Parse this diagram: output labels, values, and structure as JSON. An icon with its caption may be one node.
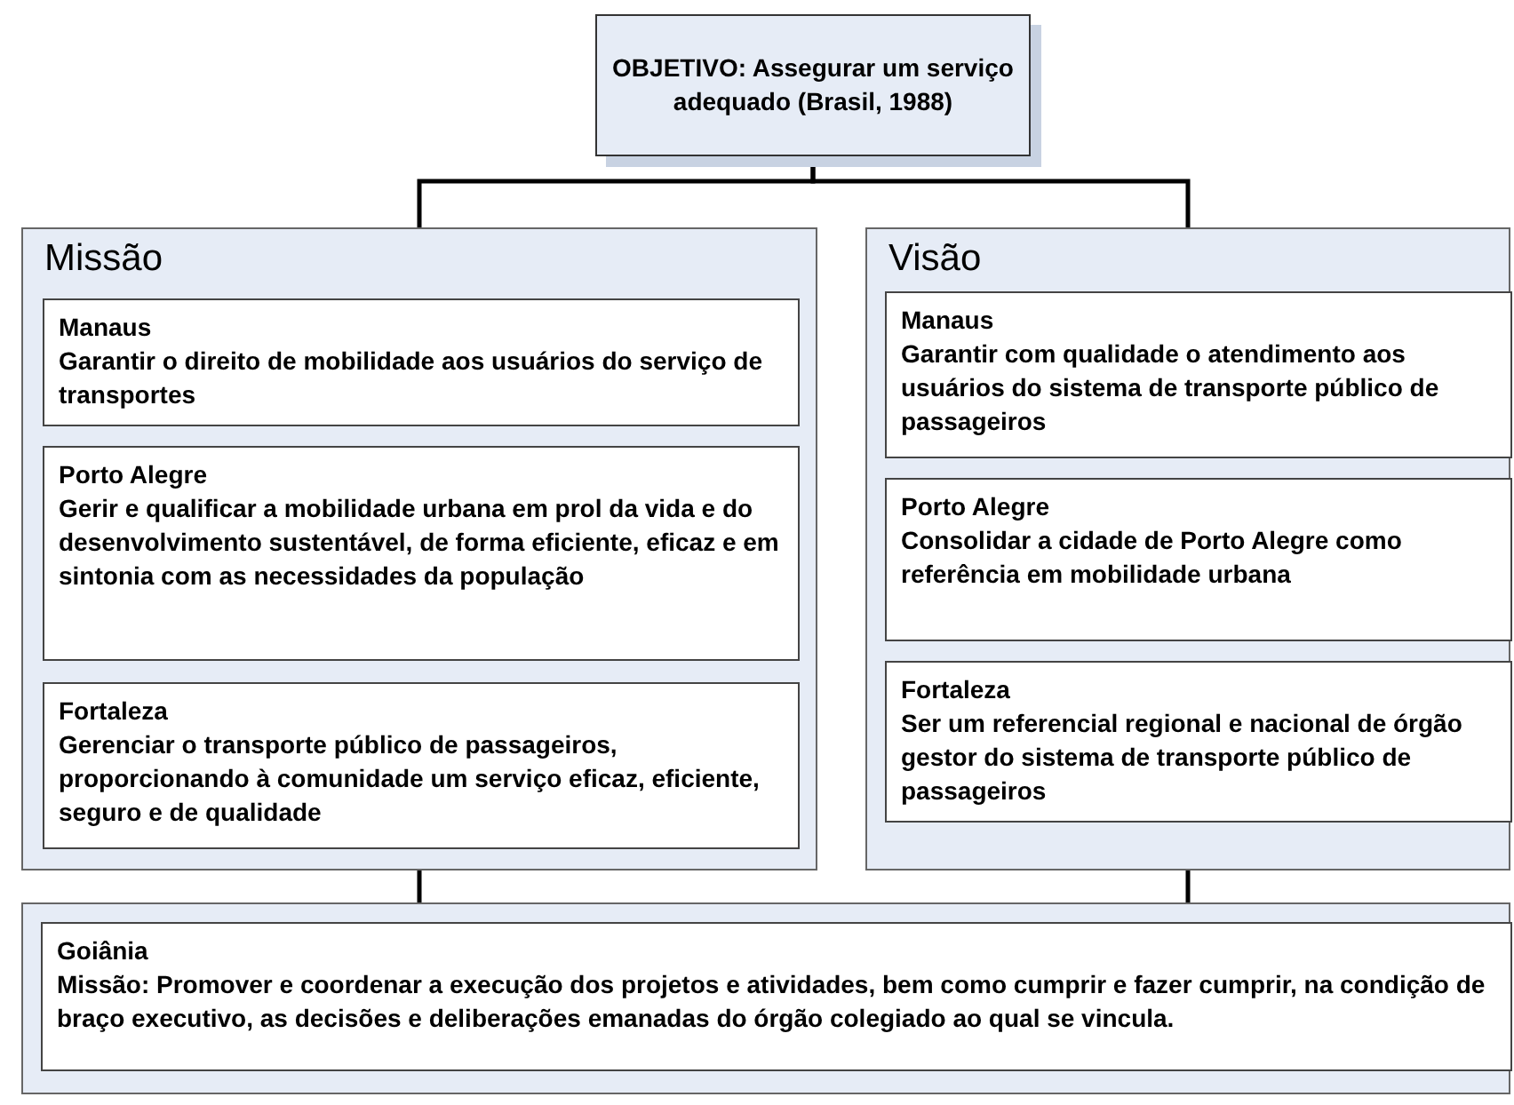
{
  "diagram": {
    "nodes": [
      {
        "text": [
          "OBJETIVO: Assegurar um serviço adequado (Brasil, 1988)"
        ]
      },
      {
        "text": [
          "Missão"
        ]
      },
      {
        "text": [
          "Manaus",
          "Garantir o direito de mobilidade aos usuários do serviço de transportes"
        ],
        "in": 1
      },
      {
        "text": [
          "Porto Alegre",
          "Gerir e qualificar a mobilidade urbana em prol da vida e do desenvolvimento sustentável, de forma eficiente, eficaz e em sintonia com as necessidades da população"
        ],
        "in": 1
      },
      {
        "text": [
          "Fortaleza",
          "Gerenciar o transporte público de passageiros, proporcionando à comunidade um serviço eficaz, eficiente, seguro e de qualidade"
        ],
        "in": 1
      },
      {
        "text": [
          "Visão"
        ]
      },
      {
        "text": [
          "Manaus",
          "Garantir com qualidade o atendimento aos usuários do sistema de transporte público de passageiros"
        ],
        "in": 5
      },
      {
        "text": [
          "Porto Alegre",
          "Consolidar a cidade de Porto Alegre como referência em mobilidade urbana"
        ],
        "in": 5
      },
      {
        "text": [
          "Fortaleza",
          "Ser um referencial regional e nacional de órgão gestor do sistema de transporte público de passageiros"
        ],
        "in": 5
      },
      {
        "text": [],
        "shape": "box"
      },
      {
        "text": [
          "Goiânia",
          "Missão: Promover e coordenar a execução dos projetos e atividades, bem como cumprir e fazer cumprir, na condição de braço executivo, as decisões e deliberações emanadas do órgão colegiado ao qual se vincula."
        ],
        "in": 9
      }
    ],
    "edges": [
      {
        "from": 0,
        "to": 1,
        "arrow": "none"
      },
      {
        "from": 0,
        "to": 5,
        "arrow": "none"
      },
      {
        "from": 1,
        "to": 9,
        "arrow": "none"
      },
      {
        "from": 5,
        "to": 9,
        "arrow": "none"
      }
    ]
  }
}
